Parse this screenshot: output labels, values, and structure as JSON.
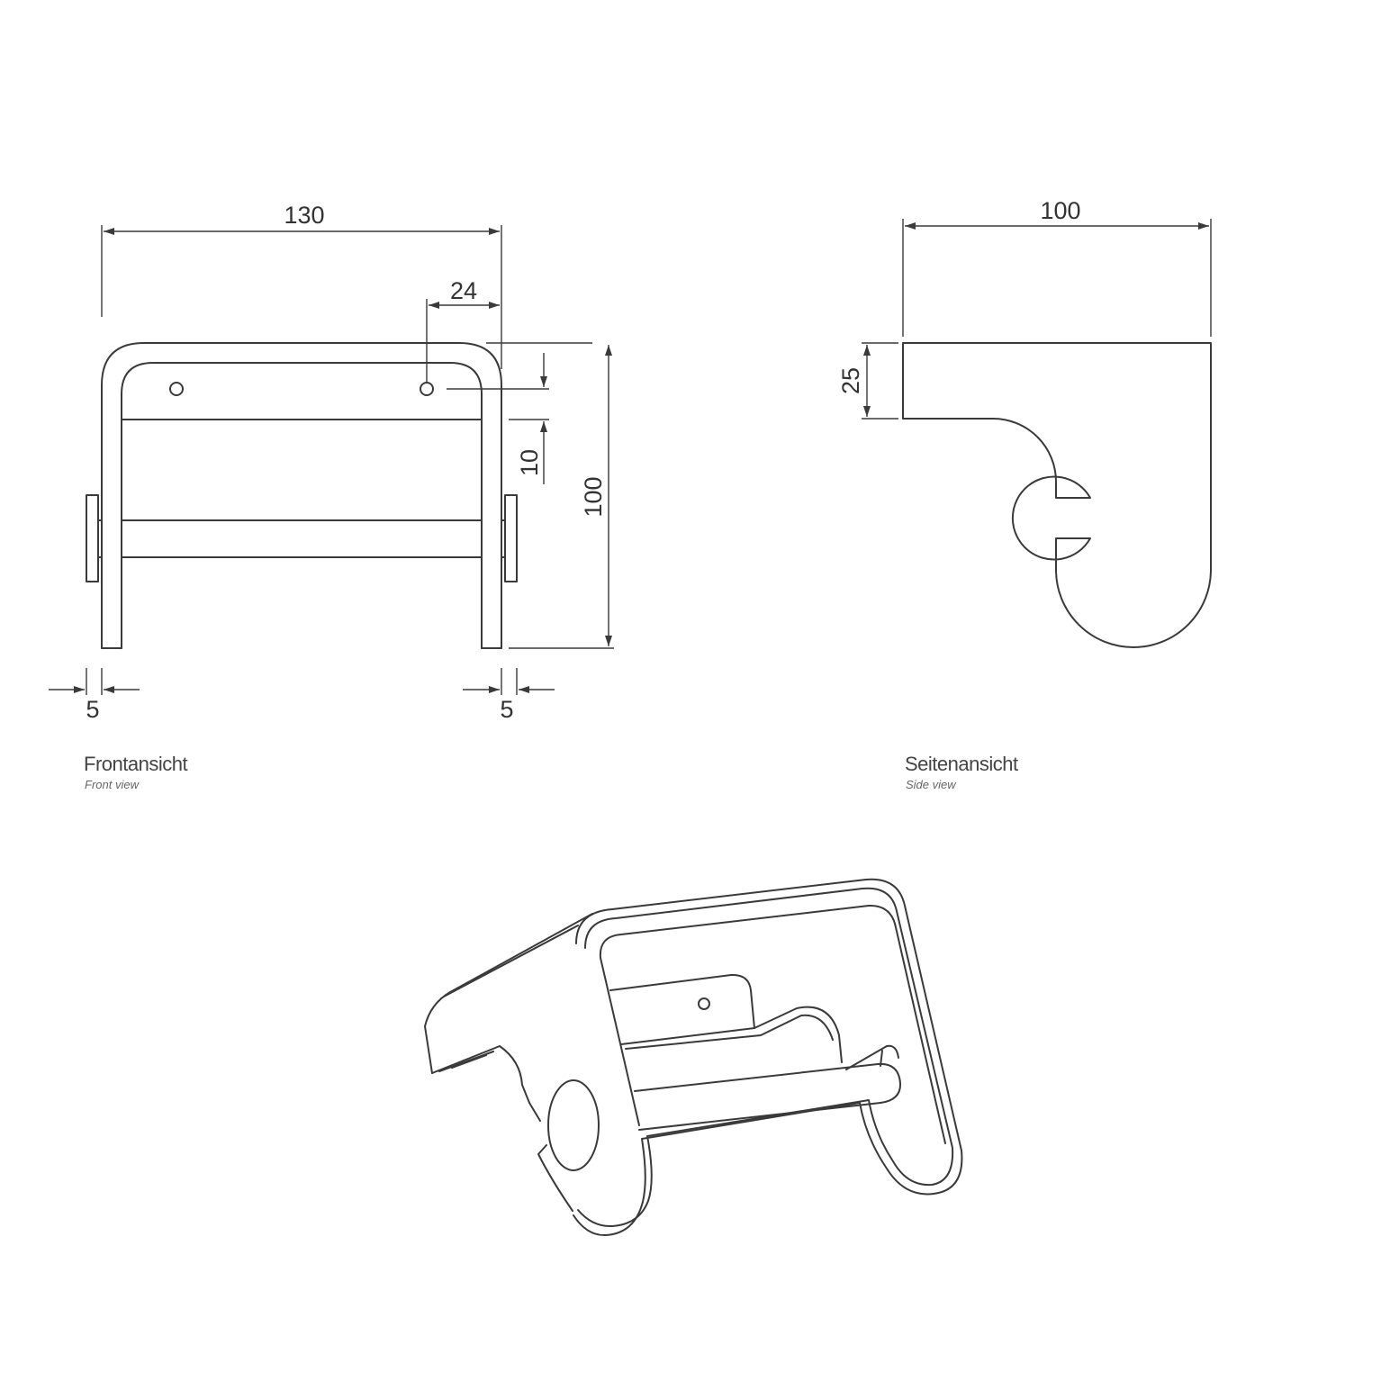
{
  "front_view": {
    "dimensions": {
      "overall_width": "130",
      "hole_offset": "24",
      "hole_drop": "10",
      "overall_height": "100",
      "left_thickness": "5",
      "right_thickness": "5"
    },
    "caption": "Frontansicht",
    "caption_sub": "Front view"
  },
  "side_view": {
    "dimensions": {
      "overall_depth": "100",
      "top_height": "25"
    },
    "caption": "Seitenansicht",
    "caption_sub": "Side view"
  },
  "colors": {
    "line": "#3a3a3a",
    "text": "#333333",
    "background": "#ffffff"
  }
}
